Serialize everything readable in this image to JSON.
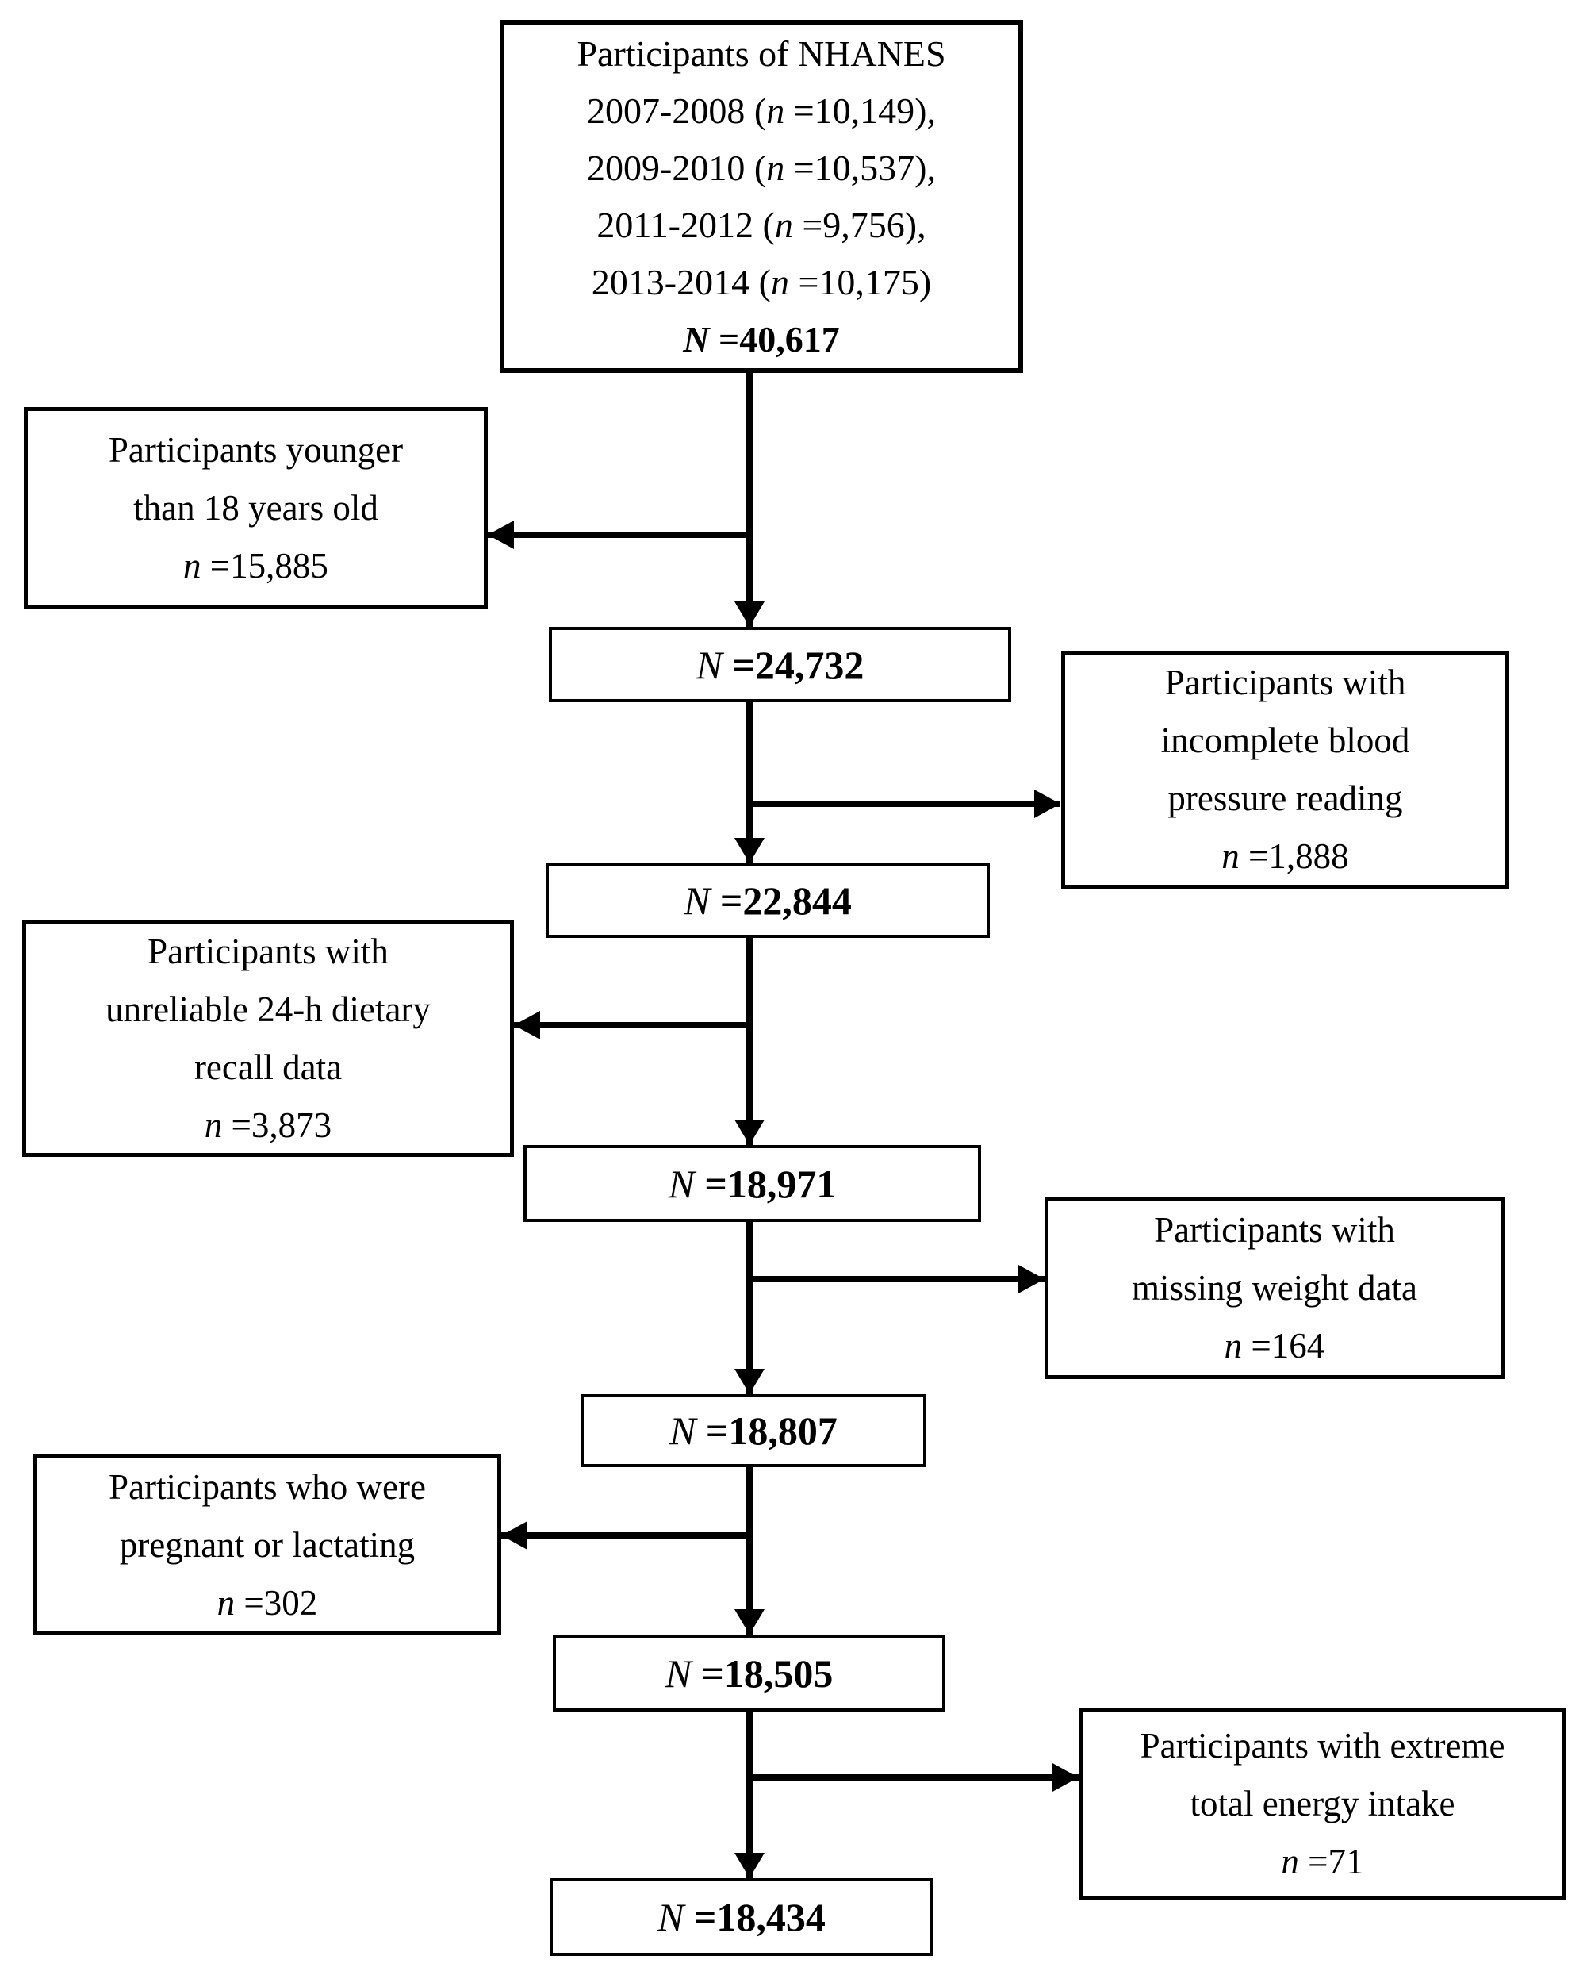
{
  "figure": {
    "description": "Participant selection flow diagram, NHANES 2007-2014",
    "colors": {
      "line": "#000000",
      "box_background": "#ffffff",
      "page_background": "#ffffff",
      "text": "#000000"
    },
    "source_box": {
      "title": "Participants of NHANES",
      "cohorts": [
        {
          "pre": "2007-2008 (",
          "var": "n",
          "rest": " =10,149),"
        },
        {
          "pre": "2009-2010 (",
          "var": "n",
          "rest": " =10,537),"
        },
        {
          "pre": "2011-2012 (",
          "var": "n",
          "rest": " =9,756),"
        },
        {
          "pre": "2013-2014 (",
          "var": "n",
          "rest": " =10,175)"
        }
      ],
      "total": {
        "var": "N",
        "value": " =40,617"
      }
    },
    "flow_boxes": [
      {
        "var": "N",
        "value": " =24,732"
      },
      {
        "var": "N",
        "value": " =22,844"
      },
      {
        "var": "N",
        "value": " =18,971"
      },
      {
        "var": "N",
        "value": " =18,807"
      },
      {
        "var": "N",
        "value": " =18,505"
      },
      {
        "var": "N",
        "value": " =18,434"
      }
    ],
    "exclusion_boxes": [
      {
        "side": "left",
        "lines": [
          "Participants younger",
          "than 18 years old"
        ],
        "var": "n",
        "count": " =15,885"
      },
      {
        "side": "right",
        "lines": [
          "Participants with",
          "incomplete blood",
          "pressure reading"
        ],
        "var": "n",
        "count": " =1,888"
      },
      {
        "side": "left",
        "lines": [
          "Participants with",
          "unreliable 24-h dietary",
          "recall data"
        ],
        "var": "n",
        "count": " =3,873"
      },
      {
        "side": "right",
        "lines": [
          "Participants with",
          "missing weight data"
        ],
        "var": "n",
        "count": " =164"
      },
      {
        "side": "left",
        "lines": [
          "Participants who were",
          "pregnant or lactating"
        ],
        "var": "n",
        "count": " =302"
      },
      {
        "side": "right",
        "lines": [
          "Participants with extreme",
          "total energy intake"
        ],
        "var": "n",
        "count": " =71"
      }
    ]
  }
}
